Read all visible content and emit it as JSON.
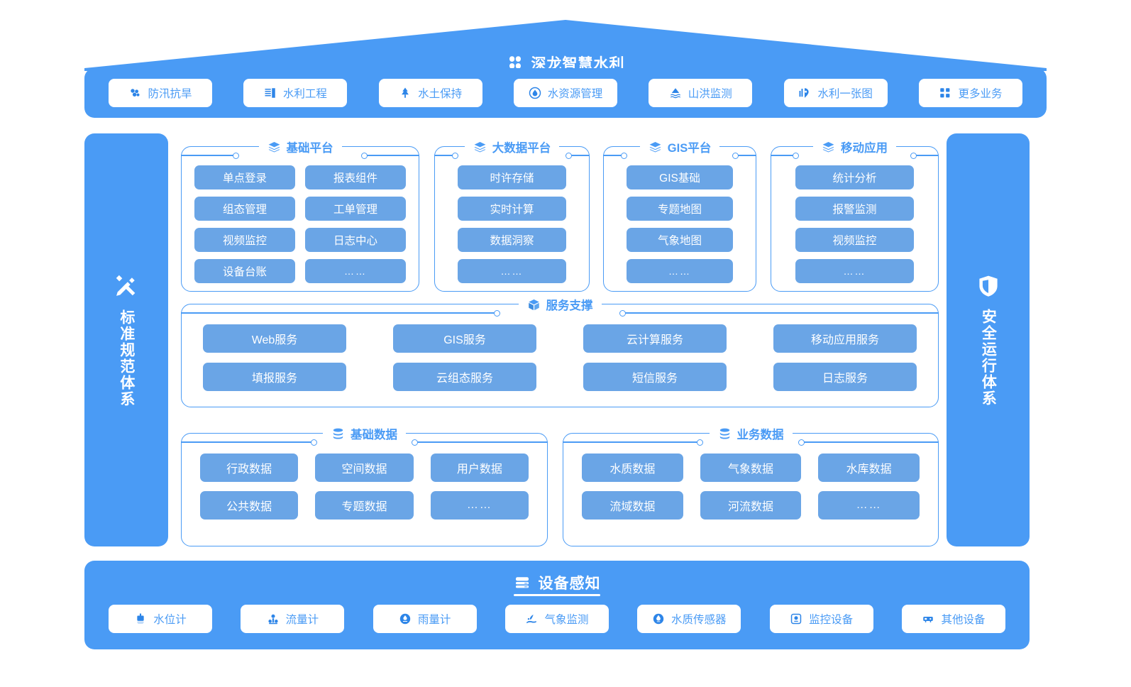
{
  "colors": {
    "brand_blue": "#4a9bf5",
    "tile_blue": "#6aa5e6",
    "white": "#ffffff"
  },
  "roof": {
    "title": "深龙智慧水利",
    "icon": "four-petal-flower-icon"
  },
  "header": {
    "business_tabs": [
      {
        "label": "防汛抗旱",
        "icon": "flood-control-icon"
      },
      {
        "label": "水利工程",
        "icon": "dam-engineering-icon"
      },
      {
        "label": "水土保持",
        "icon": "tree-conservation-icon"
      },
      {
        "label": "水资源管理",
        "icon": "water-drop-circle-icon"
      },
      {
        "label": "山洪监测",
        "icon": "mountain-flood-icon"
      },
      {
        "label": "水利一张图",
        "icon": "map-chart-icon"
      },
      {
        "label": "更多业务",
        "icon": "grid-squares-icon"
      }
    ]
  },
  "left_pillar": {
    "label": "标准规范体系",
    "icon": "ruler-pencil-icon"
  },
  "right_pillar": {
    "label": "安全运行体系",
    "icon": "shield-icon"
  },
  "platforms": [
    {
      "title": "基础平台",
      "icon": "layers-icon",
      "columns": 2,
      "items": [
        "单点登录",
        "报表组件",
        "组态管理",
        "工单管理",
        "视频监控",
        "日志中心",
        "设备台账",
        "……"
      ]
    },
    {
      "title": "大数据平台",
      "icon": "layers-icon",
      "columns": 1,
      "items": [
        "时许存储",
        "实时计算",
        "数据洞察",
        "……"
      ]
    },
    {
      "title": "GIS平台",
      "icon": "layers-icon",
      "columns": 1,
      "items": [
        "GIS基础",
        "专题地图",
        "气象地图",
        "……"
      ]
    },
    {
      "title": "移动应用",
      "icon": "layers-icon",
      "columns": 1,
      "items": [
        "统计分析",
        "报警监测",
        "视频监控",
        "……"
      ]
    }
  ],
  "service_support": {
    "title": "服务支撑",
    "icon": "cube-icon",
    "items": [
      "Web服务",
      "GIS服务",
      "云计算服务",
      "移动应用服务",
      "填报服务",
      "云组态服务",
      "短信服务",
      "日志服务"
    ]
  },
  "data_sections": [
    {
      "title": "基础数据",
      "icon": "database-icon",
      "items": [
        "行政数据",
        "空间数据",
        "用户数据",
        "公共数据",
        "专题数据",
        "……"
      ]
    },
    {
      "title": "业务数据",
      "icon": "database-icon",
      "items": [
        "水质数据",
        "气象数据",
        "水库数据",
        "流域数据",
        "河流数据",
        "……"
      ]
    }
  ],
  "device_perception": {
    "title": "设备感知",
    "icon": "server-rack-icon",
    "devices": [
      {
        "label": "水位计",
        "icon": "water-level-gauge-icon"
      },
      {
        "label": "流量计",
        "icon": "flow-meter-icon"
      },
      {
        "label": "雨量计",
        "icon": "rain-gauge-icon"
      },
      {
        "label": "气象监测",
        "icon": "weather-station-icon"
      },
      {
        "label": "水质传感器",
        "icon": "water-quality-sensor-icon"
      },
      {
        "label": "监控设备",
        "icon": "camera-icon"
      },
      {
        "label": "其他设备",
        "icon": "other-device-icon"
      }
    ]
  }
}
